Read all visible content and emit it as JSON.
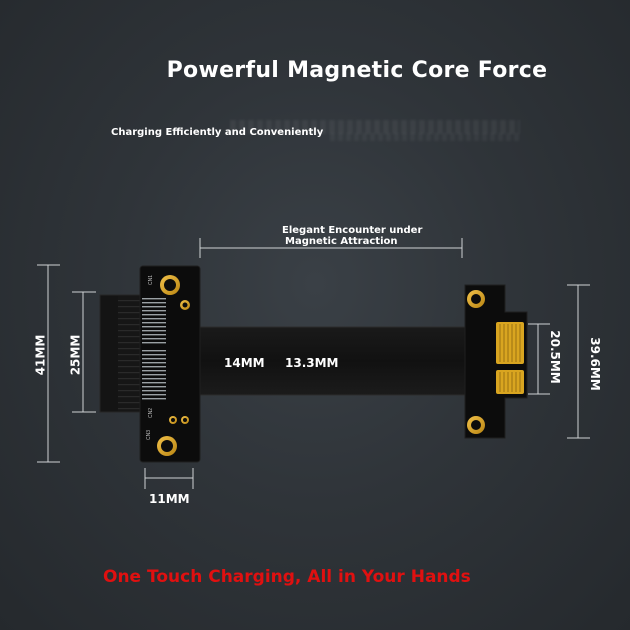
{
  "header": {
    "title": "Powerful Magnetic Core Force",
    "subtitle": "Charging Efficiently and Conveniently"
  },
  "callout": {
    "line1": "Elegant Encounter under",
    "line2": "Magnetic Attraction"
  },
  "dimensions": {
    "left_height": "41MM",
    "slot_height": "25MM",
    "cable_width_a": "14MM",
    "cable_width_b": "13.3MM",
    "bottom_width": "11MM",
    "connector_height": "20.5MM",
    "right_height": "39.6MM"
  },
  "board_labels": {
    "cn1": "CN1",
    "cn2": "CN2",
    "cn3": "CN3"
  },
  "tagline": "One Touch Charging, All in Your Hands",
  "colors": {
    "background": "#2f3439",
    "tagline": "#e01010",
    "gold": "#d9a520",
    "board": "#0c0c0c"
  }
}
